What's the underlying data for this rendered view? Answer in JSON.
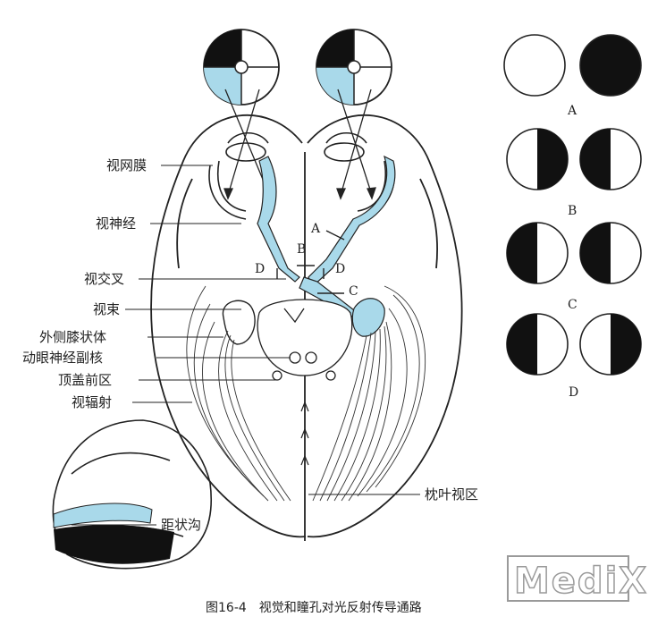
{
  "labels": {
    "retina": "视网膜",
    "optic_nerve": "视神经",
    "optic_chiasm": "视交叉",
    "optic_tract": "视束",
    "lgn": "外侧膝状体",
    "oculomotor_accessory_nucleus": "动眼神经副核",
    "pretectal_area": "顶盖前区",
    "optic_radiation": "视辐射",
    "calcarine_sulcus": "距状沟",
    "occipital_visual_cortex": "枕叶视区"
  },
  "lesion_points": [
    "A",
    "B",
    "C",
    "D",
    "D"
  ],
  "pupil_groups": [
    {
      "label": "A",
      "left": "white",
      "right": "black"
    },
    {
      "label": "B",
      "left": "half-right-black",
      "right": "half-left-black"
    },
    {
      "label": "C",
      "left": "half-left-black",
      "right": "half-left-black"
    },
    {
      "label": "D",
      "left": "half-left-black",
      "right": "half-right-black"
    }
  ],
  "caption": "图16-4　视觉和瞳孔对光反射传导通路",
  "watermark": "MediX",
  "colors": {
    "pathway": "#a9d9ea",
    "line": "#222222",
    "fill": "#000000"
  }
}
